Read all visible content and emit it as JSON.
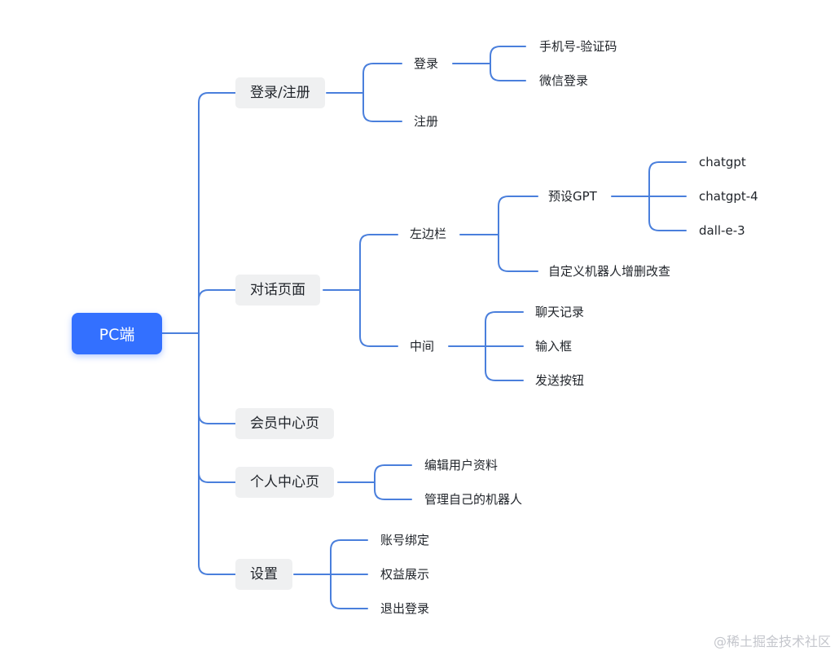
{
  "root": {
    "label": "PC端"
  },
  "branches": [
    {
      "label": "登录/注册",
      "children": [
        {
          "label": "登录",
          "children": [
            {
              "label": "手机号-验证码"
            },
            {
              "label": "微信登录"
            }
          ]
        },
        {
          "label": "注册"
        }
      ]
    },
    {
      "label": "对话页面",
      "children": [
        {
          "label": "左边栏",
          "children": [
            {
              "label": "预设GPT",
              "children": [
                {
                  "label": "chatgpt"
                },
                {
                  "label": "chatgpt-4"
                },
                {
                  "label": "dall-e-3"
                }
              ]
            },
            {
              "label": "自定义机器人增删改查"
            }
          ]
        },
        {
          "label": "中间",
          "children": [
            {
              "label": "聊天记录"
            },
            {
              "label": "输入框"
            },
            {
              "label": "发送按钮"
            }
          ]
        }
      ]
    },
    {
      "label": "会员中心页"
    },
    {
      "label": "个人中心页",
      "children": [
        {
          "label": "编辑用户资料"
        },
        {
          "label": "管理自己的机器人"
        }
      ]
    },
    {
      "label": "设置",
      "children": [
        {
          "label": "账号绑定"
        },
        {
          "label": "权益展示"
        },
        {
          "label": "退出登录"
        }
      ]
    }
  ],
  "watermark": "@稀土掘金技术社区",
  "colors": {
    "root_fill": "#3370ff",
    "node_fill": "#eff0f1",
    "connector": "#4a7fdc",
    "text": "#1f2329"
  }
}
